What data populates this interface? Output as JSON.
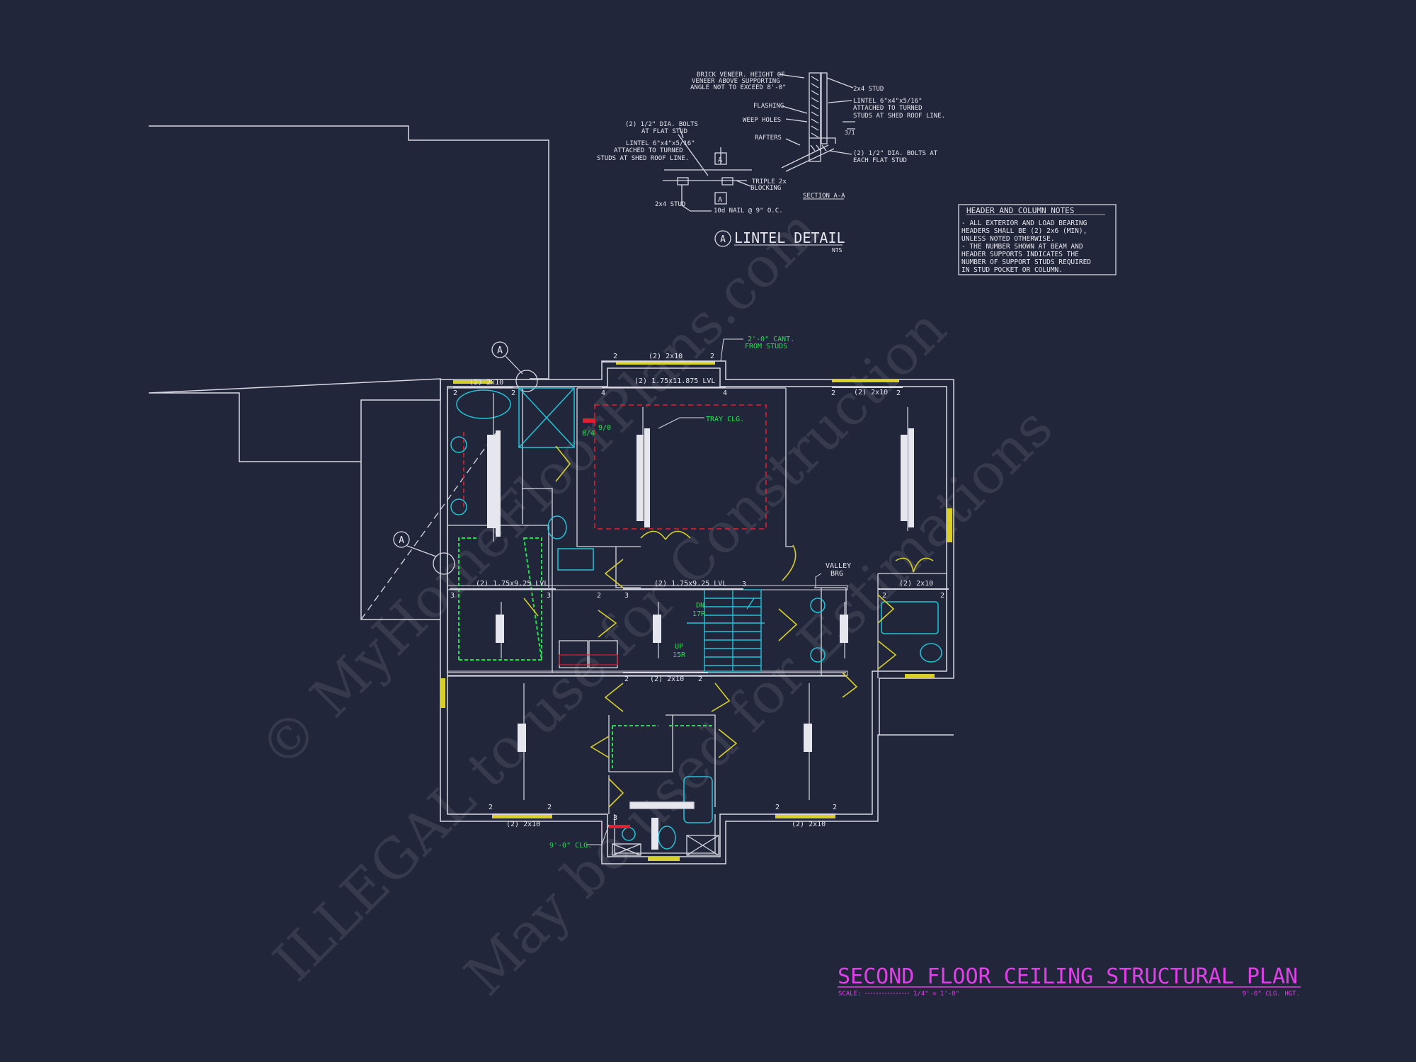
{
  "plan_title": "SECOND FLOOR CEILING STRUCTURAL PLAN",
  "scale_label": "SCALE:",
  "scale_value": "1/4\" = 1'-0\"",
  "ceiling_height": "9'-0\" CLG. HGT.",
  "watermarks": [
    "© MyHomeFloorPlans.com",
    "ILLEGAL to use for Construction",
    "May be used for Estimations"
  ],
  "lintel_detail": {
    "title": "LINTEL DETAIL",
    "marker": "A",
    "nts": "NTS",
    "section_label": "SECTION A-A",
    "brick_veneer": [
      "BRICK VENEER. HEIGHT OF",
      "VENEER ABOVE SUPPORTING",
      "ANGLE NOT TO EXCEED 8'-0\""
    ],
    "bolts_flat": [
      "(2) 1/2\" DIA. BOLTS",
      "AT FLAT STUD"
    ],
    "lintel_left": [
      "LINTEL 6\"x4\"x5/16\"",
      "ATTACHED TO TURNED",
      "STUDS AT SHED ROOF LINE."
    ],
    "stud_left": "2x4 STUD",
    "nail": "10d NAIL @ 9\" O.C.",
    "triple": [
      "TRIPLE 2x",
      "BLOCKING"
    ],
    "flashing": "FLASHING",
    "weep": "WEEP HOLES",
    "rafters": "RAFTERS",
    "stud_right": "2x4 STUD",
    "lintel_right": [
      "LINTEL 6\"x4\"x5/16\"",
      "ATTACHED TO TURNED",
      "STUDS AT SHED ROOF LINE."
    ],
    "bolts_right": [
      "(2) 1/2\" DIA. BOLTS AT",
      "EACH FLAT STUD"
    ],
    "sec_marks": [
      "A",
      "A",
      "3/1"
    ]
  },
  "notes": {
    "title": "HEADER AND COLUMN NOTES",
    "lines": [
      "- ALL EXTERIOR AND LOAD BEARING",
      "HEADERS SHALL BE (2) 2x6 (MIN),",
      "UNLESS NOTED OTHERWISE.",
      "- THE NUMBER SHOWN AT BEAM AND",
      "HEADER SUPPORTS INDICATES THE",
      "NUMBER OF SUPPORT STUDS REQUIRED",
      "IN STUD POCKET OR COLUMN."
    ]
  },
  "annotations": {
    "cant": [
      "2'-0\" CANT.",
      "FROM STUDS"
    ],
    "tray": "TRAY CLG.",
    "h96": "9/0",
    "h84": "8/4",
    "dn": [
      "DN",
      "17R"
    ],
    "up": [
      "UP",
      "15R"
    ],
    "ceiling_9": "9'-0\" CLG.",
    "valley": [
      "VALLEY",
      "BRG"
    ]
  },
  "headers": {
    "h2x10": "(2) 2x10",
    "lvl_11": "(2) 1.75x11.875 LVL",
    "lvl_925": "(2) 1.75x9.25 LVL"
  },
  "studs": [
    "2",
    "3",
    "4"
  ],
  "section_marker": "A",
  "colors": {
    "background": "#22263a",
    "lines": "#d8d8e2",
    "cyan": "#23c4d8",
    "green": "#22e04a",
    "red": "#e02030",
    "yellow": "#d8cf2a",
    "magenta": "#e040e8"
  }
}
